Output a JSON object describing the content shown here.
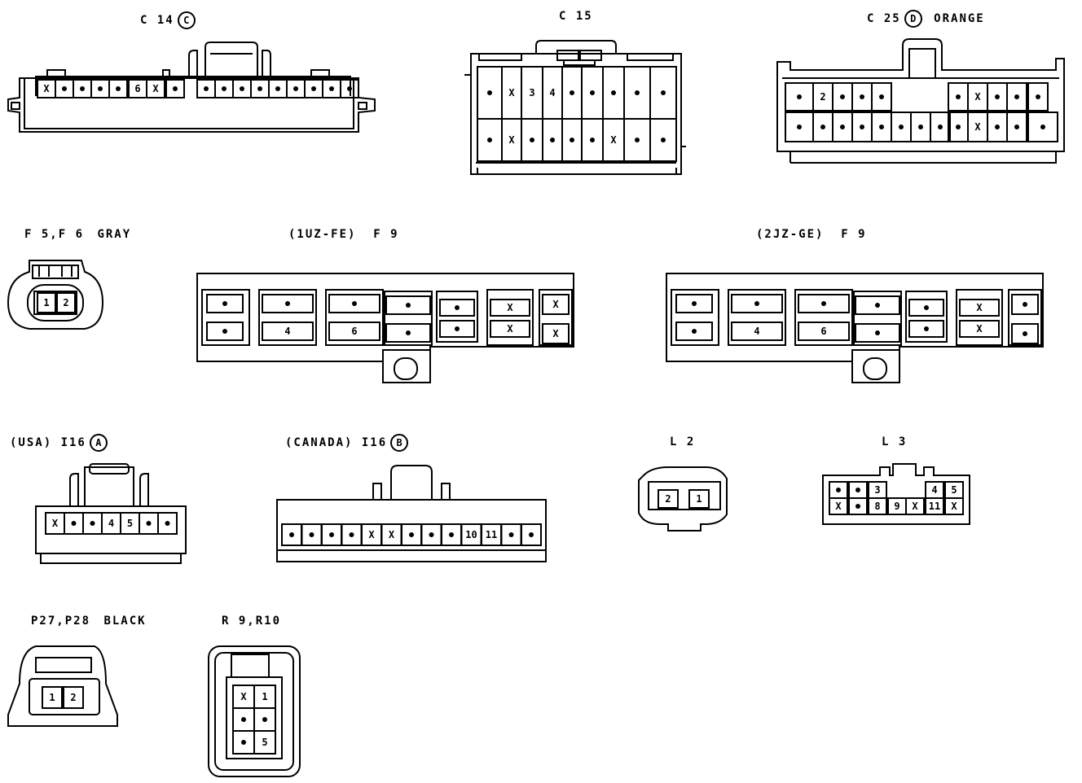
{
  "connectors": {
    "c14": {
      "title": "C 14",
      "badge": "C",
      "pins": [
        "X",
        "•",
        "•",
        "•",
        "•",
        "6",
        "X",
        "•",
        "",
        "•",
        "•",
        "•",
        "•",
        "•",
        "•",
        "•",
        "•",
        "•"
      ]
    },
    "c15": {
      "title": "C 15",
      "pins_top": [
        "•",
        "X",
        "3",
        "4",
        "•",
        "•",
        "•",
        "•",
        "•"
      ],
      "pins_bottom": [
        "•",
        "X",
        "•",
        "•",
        "•",
        "•",
        "X",
        "•",
        "•"
      ]
    },
    "c25": {
      "title": "C 25",
      "badge": "D",
      "color": "ORANGE",
      "pins_top": [
        "•",
        "2",
        "•",
        "•",
        "•",
        "X",
        "•",
        "•"
      ],
      "pins_bottom": [
        "•",
        "•",
        "•",
        "•",
        "•",
        "•",
        "•",
        "•",
        "•",
        "X",
        "•",
        "•"
      ]
    },
    "f5f6": {
      "title": "F 5,F 6",
      "color": "GRAY",
      "pins": [
        "1",
        "2"
      ]
    },
    "f9_1uz": {
      "title": "(1UZ-FE)  F 9",
      "pins": [
        "•",
        "•",
        "•",
        "4",
        "•",
        "6",
        "•",
        "•",
        "•",
        "•",
        "X",
        "X",
        "X",
        "X"
      ]
    },
    "f9_2jz": {
      "title": "(2JZ-GE)  F 9",
      "pins": [
        "•",
        "•",
        "•",
        "4",
        "•",
        "6",
        "•",
        "•",
        "•",
        "•",
        "X",
        "X",
        "•",
        "•"
      ]
    },
    "i16a": {
      "title": "(USA) I16",
      "badge": "A",
      "pins": [
        "X",
        "•",
        "•",
        "4",
        "5",
        "•",
        "•"
      ]
    },
    "i16b": {
      "title": "(CANADA) I16",
      "badge": "B",
      "pins": [
        "•",
        "•",
        "•",
        "•",
        "X",
        "X",
        "•",
        "•",
        "•",
        "10",
        "11",
        "•",
        "•"
      ]
    },
    "l2": {
      "title": "L 2",
      "pins": [
        "2",
        "1"
      ]
    },
    "l3": {
      "title": "L 3",
      "pins_top": [
        "•",
        "•",
        "3",
        "4",
        "5"
      ],
      "pins_bottom": [
        "X",
        "•",
        "8",
        "9",
        "X",
        "11",
        "X"
      ]
    },
    "p27p28": {
      "title": "P27,P28",
      "color": "BLACK",
      "pins": [
        "1",
        "2"
      ]
    },
    "r9r10": {
      "title": "R 9,R10",
      "pins": [
        "X",
        "1",
        "•",
        "•",
        "•",
        "5"
      ]
    }
  }
}
